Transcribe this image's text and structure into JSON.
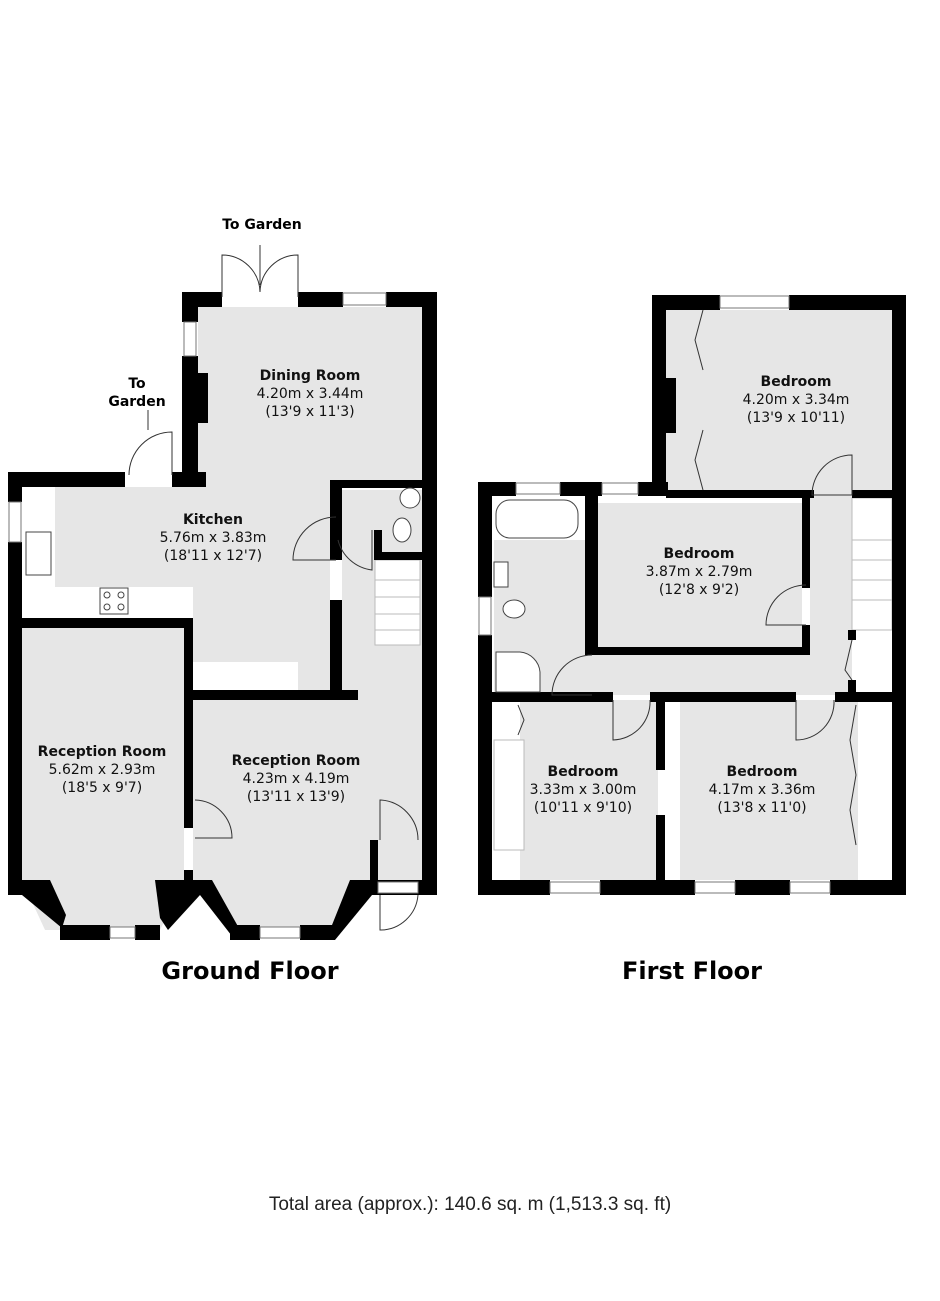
{
  "ground_floor": {
    "title": "Ground Floor",
    "annotations": {
      "garden_top": "To Garden",
      "garden_side": [
        "To",
        "Garden"
      ]
    },
    "rooms": [
      {
        "name": "Dining Room",
        "metric": "4.20m x 3.44m",
        "imperial": "(13'9 x 11'3)"
      },
      {
        "name": "Kitchen",
        "metric": "5.76m x 3.83m",
        "imperial": "(18'11 x 12'7)"
      },
      {
        "name": "Reception Room",
        "metric": "5.62m x 2.93m",
        "imperial": "(18'5 x 9'7)"
      },
      {
        "name": "Reception Room",
        "metric": "4.23m x 4.19m",
        "imperial": "(13'11 x 13'9)"
      }
    ]
  },
  "first_floor": {
    "title": "First Floor",
    "rooms": [
      {
        "name": "Bedroom",
        "metric": "4.20m x 3.34m",
        "imperial": "(13'9 x 10'11)"
      },
      {
        "name": "Bedroom",
        "metric": "3.87m x 2.79m",
        "imperial": "(12'8 x 9'2)"
      },
      {
        "name": "Bedroom",
        "metric": "3.33m x 3.00m",
        "imperial": "(10'11 x 9'10)"
      },
      {
        "name": "Bedroom",
        "metric": "4.17m x 3.36m",
        "imperial": "(13'8 x 11'0)"
      }
    ]
  },
  "total_area": "Total area (approx.): 140.6 sq. m (1,513.3 sq. ft)",
  "colors": {
    "wall": "#000000",
    "floor": "#e6e6e6",
    "background": "#ffffff"
  }
}
